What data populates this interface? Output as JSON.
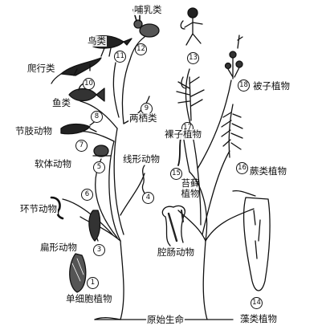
{
  "base_label": "原始生命",
  "organisms": [
    {
      "id": "1",
      "name": "单细胞植物",
      "icon": "single-cell-organism-icon"
    },
    {
      "id": "2",
      "name": "腔肠动物",
      "icon": "coelenterate-icon"
    },
    {
      "id": "3",
      "name": "扁形动物",
      "icon": "flatworm-icon"
    },
    {
      "id": "4",
      "name": "线形动物",
      "icon": "roundworm-icon"
    },
    {
      "id": "5",
      "name": "软体动物",
      "icon": "snail-icon"
    },
    {
      "id": "6",
      "name": "环节动物",
      "icon": "earthworm-icon"
    },
    {
      "id": "7",
      "name": "节肢动物",
      "icon": "crayfish-icon"
    },
    {
      "id": "8",
      "name": "鱼类",
      "icon": "fish-icon"
    },
    {
      "id": "9",
      "name": "两栖类",
      "icon": "frog-icon"
    },
    {
      "id": "10",
      "name": "爬行类",
      "icon": "lizard-icon"
    },
    {
      "id": "11",
      "name": "鸟类",
      "icon": "bird-icon"
    },
    {
      "id": "12",
      "name": "哺乳类",
      "icon": "rabbit-icon"
    },
    {
      "id": "13",
      "name": "",
      "icon": "human-icon"
    },
    {
      "id": "14",
      "name": "藻类植物",
      "icon": "kelp-icon"
    },
    {
      "id": "15",
      "name": "苔藓植物",
      "icon": "moss-icon"
    },
    {
      "id": "16",
      "name": "蕨类植物",
      "icon": "fern-icon"
    },
    {
      "id": "17",
      "name": "裸子植物",
      "icon": "conifer-icon"
    },
    {
      "id": "18",
      "name": "被子植物",
      "icon": "flowering-plant-icon"
    }
  ]
}
